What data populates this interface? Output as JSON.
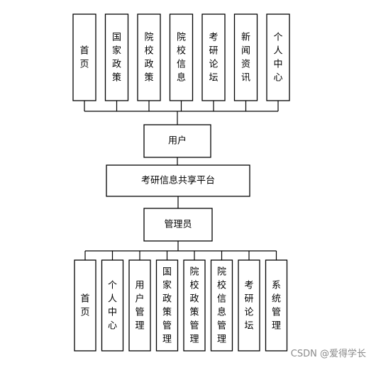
{
  "platform": {
    "label": "考研信息共享平台"
  },
  "user": {
    "label": "用户",
    "functions": [
      "首页",
      "国家政策",
      "院校政策",
      "院校信息",
      "考研论坛",
      "新闻资讯",
      "个人中心"
    ]
  },
  "admin": {
    "label": "管理员",
    "functions": [
      "首页",
      "个人中心",
      "用户管理",
      "国家政策管理",
      "院校政策管理",
      "院校信息管理",
      "考研论坛",
      "系统管理"
    ]
  },
  "watermark": "CSDN @爱得学长"
}
